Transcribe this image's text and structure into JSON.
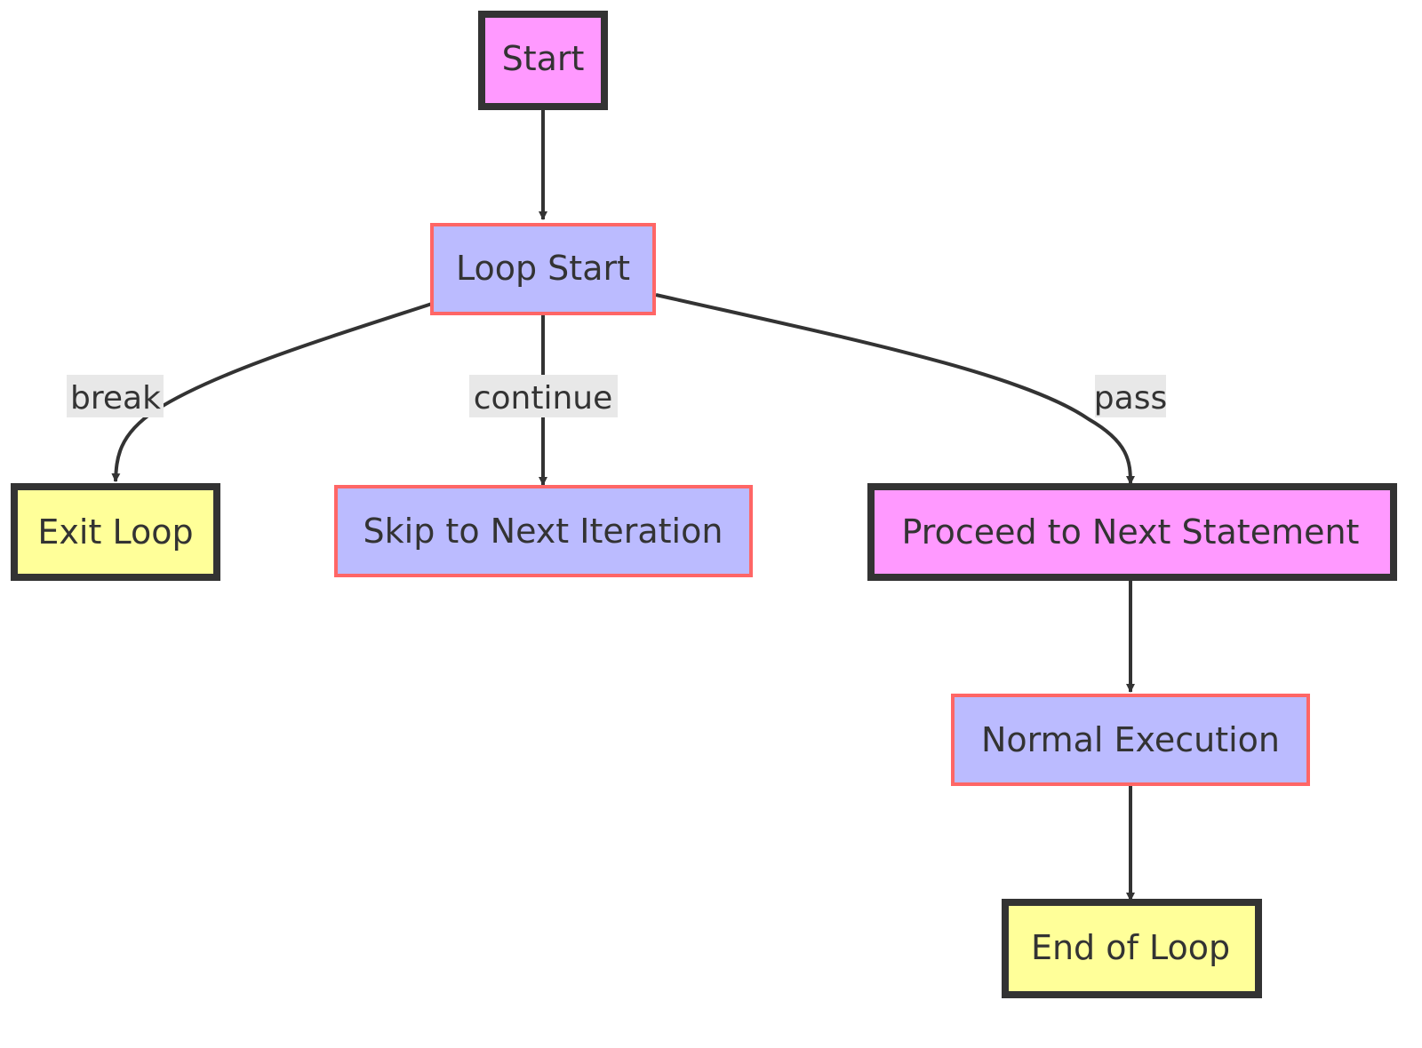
{
  "colors": {
    "terminal_fill": "#ff99ff",
    "process_fill": "#bbbbff",
    "endpoint_fill": "#ffff99",
    "strong_border": "#333333",
    "red_border": "#ff6666",
    "edge": "#333333",
    "edge_label_bg": "#e8e8e8",
    "text": "#333333"
  },
  "nodes": [
    {
      "id": "start",
      "label": "Start",
      "style": "terminal"
    },
    {
      "id": "loop_start",
      "label": "Loop Start",
      "style": "process"
    },
    {
      "id": "exit_loop",
      "label": "Exit Loop",
      "style": "endpoint"
    },
    {
      "id": "skip_next",
      "label": "Skip to Next Iteration",
      "style": "process"
    },
    {
      "id": "proceed_next",
      "label": "Proceed to Next Statement",
      "style": "terminal"
    },
    {
      "id": "normal_exec",
      "label": "Normal Execution",
      "style": "process"
    },
    {
      "id": "end_loop",
      "label": "End of Loop",
      "style": "endpoint"
    }
  ],
  "edges": [
    {
      "from": "start",
      "to": "loop_start",
      "label": ""
    },
    {
      "from": "loop_start",
      "to": "exit_loop",
      "label": "break"
    },
    {
      "from": "loop_start",
      "to": "skip_next",
      "label": "continue"
    },
    {
      "from": "loop_start",
      "to": "proceed_next",
      "label": "pass"
    },
    {
      "from": "proceed_next",
      "to": "normal_exec",
      "label": ""
    },
    {
      "from": "normal_exec",
      "to": "end_loop",
      "label": ""
    }
  ]
}
